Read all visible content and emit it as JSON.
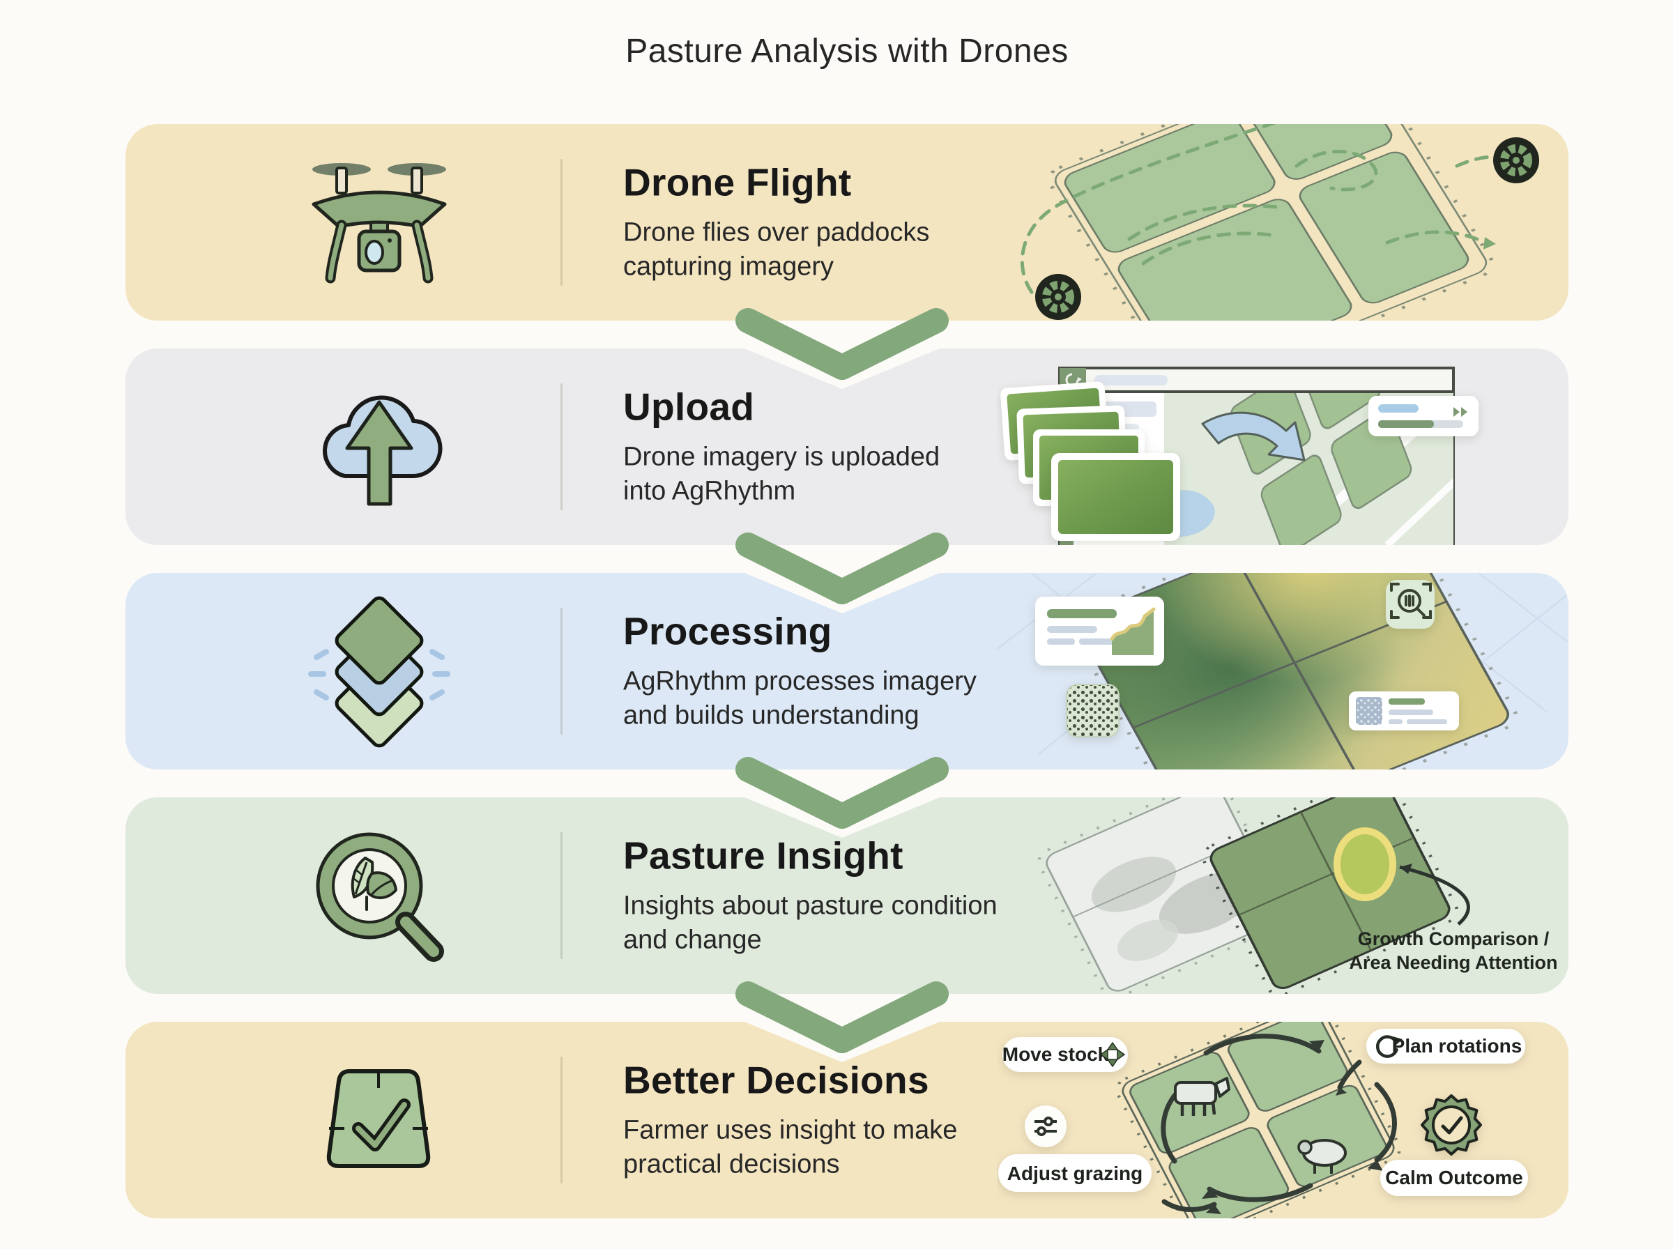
{
  "page": {
    "title": "Pasture Analysis with Drones"
  },
  "steps": [
    {
      "id": "drone-flight",
      "title": "Drone Flight",
      "description": "Drone flies over paddocks\ncapturing imagery",
      "bg": "#f4e5c1",
      "icon": "drone-icon"
    },
    {
      "id": "upload",
      "title": "Upload",
      "description": "Drone imagery is uploaded\ninto AgRhythm",
      "bg": "#ebebee",
      "icon": "cloud-upload-icon"
    },
    {
      "id": "processing",
      "title": "Processing",
      "description": "AgRhythm processes imagery\nand builds understanding",
      "bg": "#dce8f5",
      "icon": "layers-icon"
    },
    {
      "id": "pasture-insight",
      "title": "Pasture Insight",
      "description": "Insights about pasture condition\nand change",
      "bg": "#dfeadd",
      "icon": "magnifier-leaf-icon"
    },
    {
      "id": "better-decisions",
      "title": "Better Decisions",
      "description": "Farmer uses insight to make\npractical decisions",
      "bg": "#f4e5c1",
      "icon": "field-check-icon"
    }
  ],
  "insight": {
    "line1": "Growth Comparison /",
    "line2": "Area Needing Attention"
  },
  "decisions": {
    "move_stock": "Move stock",
    "plan_rotations": "Plan rotations",
    "adjust_grazing": "Adjust grazing",
    "calm_outcome": "Calm Outcome"
  },
  "colors": {
    "page_bg": "#fcfbf8",
    "row_tan": "#f4e5c1",
    "row_gray": "#ebebee",
    "row_blue": "#dce8f5",
    "row_green": "#dfeadd",
    "chevron_green": "#83a87b",
    "icon_green": "#8fad7e",
    "field_green": "#abc89c",
    "dark_outline": "#20251e",
    "highlight_yellow": "#ecdd7d",
    "blue_accent": "#b7d2e8"
  }
}
